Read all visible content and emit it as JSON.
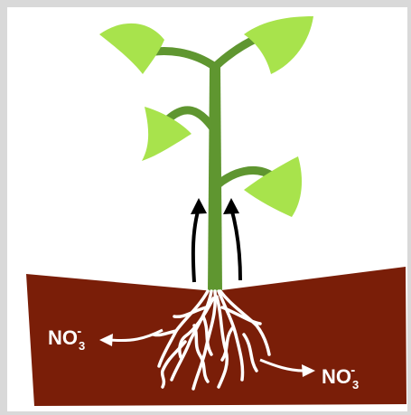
{
  "labels": {
    "nitrate_left": {
      "base": "NO",
      "sub": "3",
      "sup": "-"
    },
    "nitrate_right": {
      "base": "NO",
      "sub": "3",
      "sup": "-"
    }
  },
  "colors": {
    "soil": "#7a1e08",
    "stem": "#5f9630",
    "leaf": "#a8e34c",
    "root": "#ffffff",
    "arrow": "#000000",
    "background": "#d9d9d9"
  }
}
